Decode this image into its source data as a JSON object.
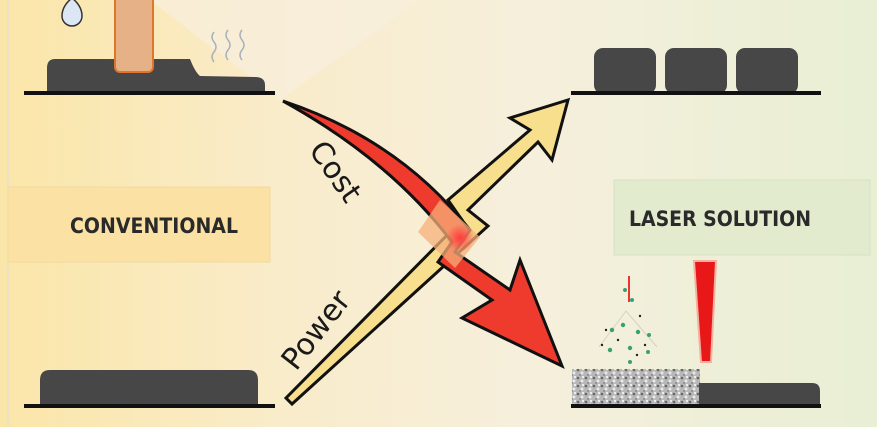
{
  "left_panel": {
    "label": "CONVENTIONAL"
  },
  "right_panel": {
    "label": "LASER SOLUTION"
  },
  "arrows": {
    "cost_label": "Cost",
    "power_label": "Power"
  },
  "colors": {
    "cost_arrow": "#ee3b2e",
    "power_arrow": "#f8df8e",
    "laser_beam": "#e81818",
    "substrate": "#4a4a4a",
    "nozzle": "#e8b088"
  }
}
